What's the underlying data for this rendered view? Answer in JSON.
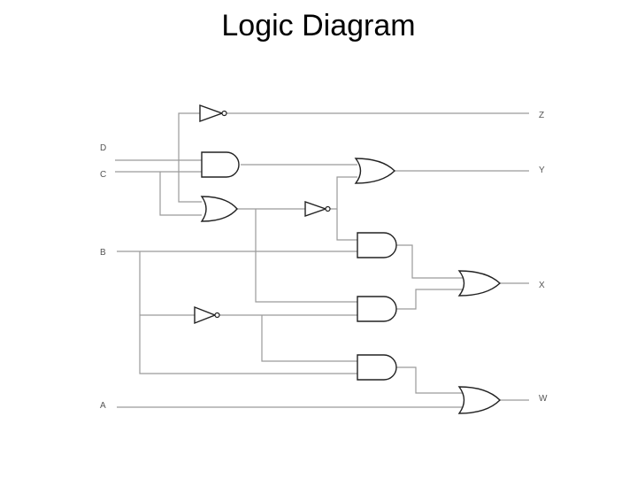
{
  "title": "Logic Diagram",
  "inputs": [
    {
      "label": "D"
    },
    {
      "label": "C"
    },
    {
      "label": "B"
    },
    {
      "label": "A"
    }
  ],
  "outputs": [
    {
      "label": "Z"
    },
    {
      "label": "Y"
    },
    {
      "label": "X"
    },
    {
      "label": "W"
    }
  ],
  "gates": [
    {
      "type": "NOT"
    },
    {
      "type": "AND"
    },
    {
      "type": "OR"
    },
    {
      "type": "OR"
    },
    {
      "type": "NOT"
    },
    {
      "type": "AND"
    },
    {
      "type": "AND"
    },
    {
      "type": "OR"
    },
    {
      "type": "NOT"
    },
    {
      "type": "AND"
    },
    {
      "type": "OR"
    }
  ],
  "colors": {
    "wire": "#9a9a9a",
    "gate": "#222222"
  }
}
